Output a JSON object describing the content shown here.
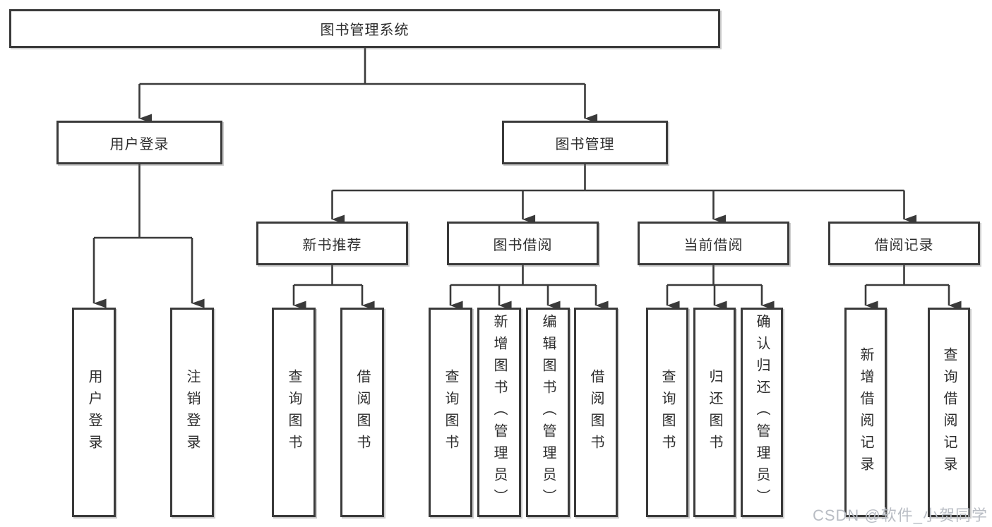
{
  "root": {
    "label": "图书管理系统"
  },
  "user_login": {
    "label": "用户登录",
    "children": [
      {
        "label": "用户登录"
      },
      {
        "label": "注销登录"
      }
    ]
  },
  "book_mgmt": {
    "label": "图书管理",
    "groups": [
      {
        "label": "新书推荐",
        "children": [
          {
            "label": "查询图书"
          },
          {
            "label": "借阅图书"
          }
        ]
      },
      {
        "label": "图书借阅",
        "children": [
          {
            "label": "查询图书"
          },
          {
            "label": "新增图书（管理员）"
          },
          {
            "label": "编辑图书（管理员）"
          },
          {
            "label": "借阅图书"
          }
        ]
      },
      {
        "label": "当前借阅",
        "children": [
          {
            "label": "查询图书"
          },
          {
            "label": "归还图书"
          },
          {
            "label": "确认归还（管理员）"
          }
        ]
      },
      {
        "label": "借阅记录",
        "children": [
          {
            "label": "新增借阅记录"
          },
          {
            "label": "查询借阅记录"
          }
        ]
      }
    ]
  },
  "watermark": "CSDN @软件_小贺同学",
  "colors": {
    "line": "#3a3a3a",
    "border": "#3a3a3a",
    "text": "#2d2d2d",
    "watermark": "#b9bdc4",
    "background": "#ffffff"
  }
}
